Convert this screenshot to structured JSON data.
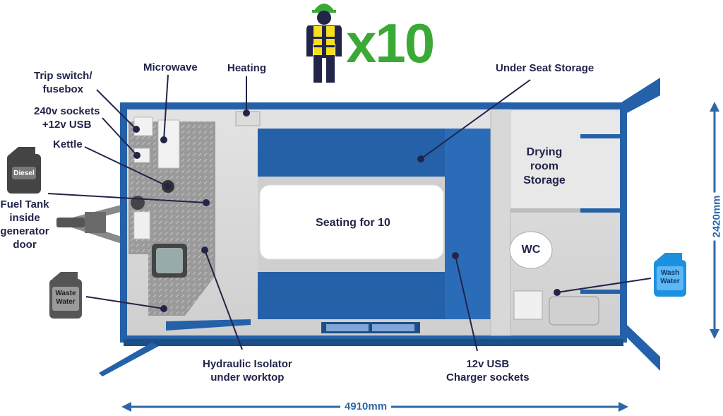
{
  "header": {
    "multiplier": "x10"
  },
  "labels": {
    "trip_switch": [
      "Trip switch/",
      "fusebox"
    ],
    "microwave": "Microwave",
    "heating": "Heating",
    "under_seat": "Under Seat Storage",
    "sockets_240": [
      "240v sockets",
      "+12v USB"
    ],
    "kettle": "Kettle",
    "fuel_tank": [
      "Fuel Tank",
      "inside",
      "generator",
      "door"
    ],
    "hydraulic": [
      "Hydraulic Isolator",
      "under worktop"
    ],
    "usb_charger": [
      "12v USB",
      "Charger sockets"
    ],
    "seating": "Seating for 10",
    "drying_room": [
      "Drying",
      "room",
      "Storage"
    ],
    "wc": "WC"
  },
  "cans": {
    "diesel": "Diesel",
    "waste_water": [
      "Waste",
      "Water"
    ],
    "wash_water": [
      "Wash",
      "Water"
    ]
  },
  "dimensions": {
    "length": "4910mm",
    "width": "2420mm"
  },
  "colors": {
    "blue": "#2461a8",
    "dark_navy": "#22244a",
    "green": "#3aa935",
    "hivis_yellow": "#f5df1f",
    "wash_blue": "#1e90e0",
    "can_grey": "#555555"
  }
}
